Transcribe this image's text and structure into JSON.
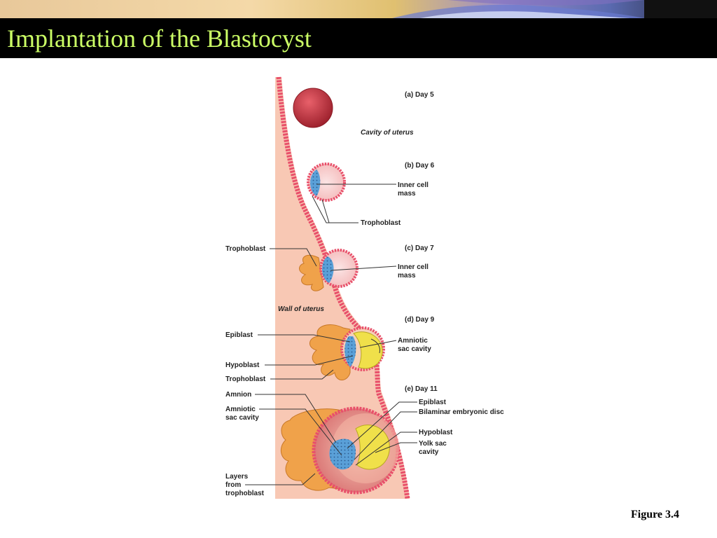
{
  "slide": {
    "title": "Implantation of the Blastocyst",
    "caption": "Figure 3.4"
  },
  "diagram": {
    "stages": [
      {
        "id": "a",
        "label": "(a) Day 5"
      },
      {
        "id": "b",
        "label": "(b) Day 6"
      },
      {
        "id": "c",
        "label": "(c) Day 7"
      },
      {
        "id": "d",
        "label": "(d) Day 9"
      },
      {
        "id": "e",
        "label": "(e) Day 11"
      }
    ],
    "regions": {
      "cavity_of_uterus": "Cavity of uterus",
      "wall_of_uterus": "Wall of uterus"
    },
    "labels": {
      "b_inner_cell_mass": [
        "Inner cell",
        "mass"
      ],
      "b_trophoblast": "Trophoblast",
      "c_trophoblast": "Trophoblast",
      "c_inner_cell_mass": [
        "Inner cell",
        "mass"
      ],
      "d_epiblast": "Epiblast",
      "d_hypoblast": "Hypoblast",
      "d_trophoblast": "Trophoblast",
      "d_amniotic_sac_cavity": [
        "Amniotic",
        "sac cavity"
      ],
      "e_amnion": "Amnion",
      "e_amniotic_sac_cavity": [
        "Amniotic",
        "sac cavity"
      ],
      "e_layers_from_trophoblast": [
        "Layers",
        "from",
        "trophoblast"
      ],
      "e_epiblast": "Epiblast",
      "e_bilaminar_disc": "Bilaminar embryonic disc",
      "e_hypoblast": "Hypoblast",
      "e_yolk_sac_cavity": [
        "Yolk sac",
        "cavity"
      ]
    },
    "colors": {
      "title": "#ccff66",
      "endometrium": "#f8c8b4",
      "epithelium": "#e8506a",
      "blastocyst": "#c8323c",
      "inner_cell_mass": "#5aa0d8",
      "yolk": "#f0e04a",
      "syncytiotrophoblast": "#f0a24a"
    }
  }
}
